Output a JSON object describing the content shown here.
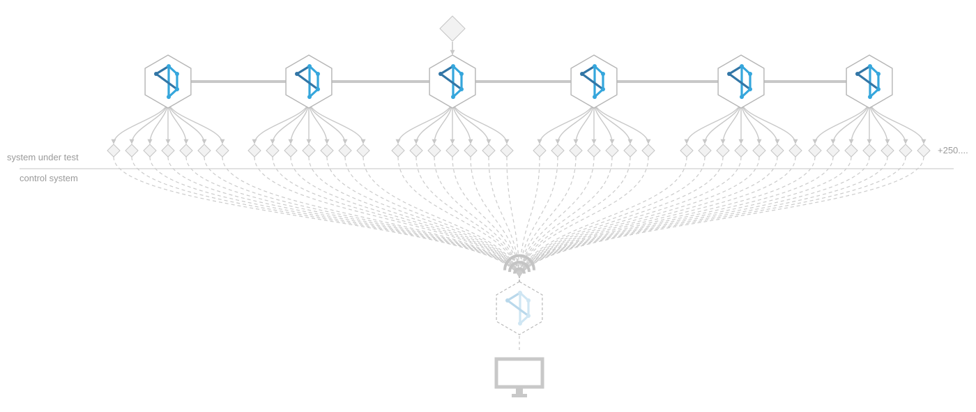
{
  "labels": {
    "system_under_test": "system under test",
    "control_system": "control system",
    "more_nodes": "+250...."
  },
  "diagram": {
    "node_count": 6,
    "leaves_per_node": 7,
    "entry_node": 3,
    "icons": {
      "node": "logo-hexagon-icon",
      "leaf": "diamond-icon",
      "controller": "controller-hexagon-icon",
      "signal": "wireless-signal-icon",
      "monitor": "monitor-icon"
    }
  },
  "colors": {
    "line": "#c8c8c8",
    "hex_stroke": "#b4b4b4",
    "diamond_fill": "#f2f2f2",
    "diamond_stroke": "#c4c4c4",
    "logo_dark": "#3276a6",
    "logo_light": "#35a6dc",
    "logo_faded": "#cfe6f3",
    "text": "#9a9a9a"
  }
}
